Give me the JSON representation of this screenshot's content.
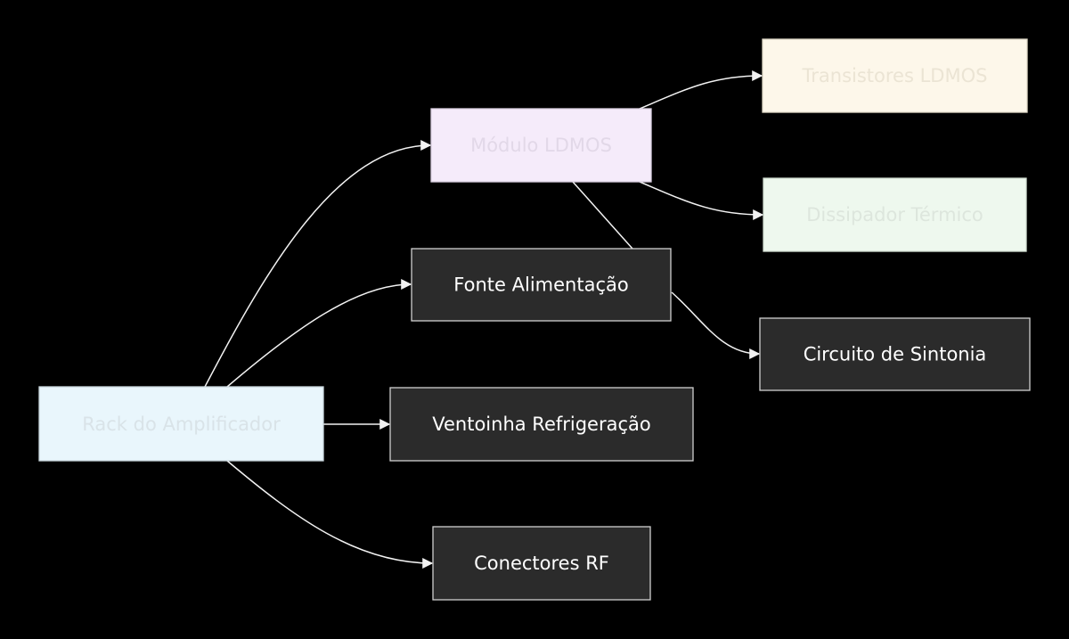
{
  "nodes": {
    "rack": {
      "label": "Rack do Amplificador",
      "fill": "#e9f6fc",
      "stroke": "#c9d6dc",
      "text": "#d9e3e8"
    },
    "ldmos": {
      "label": "Módulo LDMOS",
      "fill": "#f5ebfa",
      "stroke": "#d9cfe0",
      "text": "#e2d8e8"
    },
    "power": {
      "label": "Fonte Alimentação",
      "fill": "#2b2b2b",
      "stroke": "#cfcfcf",
      "text": "#ffffff"
    },
    "fan": {
      "label": "Ventoinha Refrigeração",
      "fill": "#2b2b2b",
      "stroke": "#cfcfcf",
      "text": "#ffffff"
    },
    "rf": {
      "label": "Conectores RF",
      "fill": "#2b2b2b",
      "stroke": "#cfcfcf",
      "text": "#ffffff"
    },
    "transistors": {
      "label": "Transistores LDMOS",
      "fill": "#fdf7ea",
      "stroke": "#e0d9c8",
      "text": "#ebe4d4"
    },
    "heatsink": {
      "label": "Dissipador Térmico",
      "fill": "#eef8ee",
      "stroke": "#d3dfd3",
      "text": "#dde6dd"
    },
    "tuning": {
      "label": "Circuito de Sintonia",
      "fill": "#2b2b2b",
      "stroke": "#cfcfcf",
      "text": "#ffffff"
    }
  },
  "edges": [
    {
      "from": "rack",
      "to": "ldmos"
    },
    {
      "from": "rack",
      "to": "power"
    },
    {
      "from": "rack",
      "to": "fan"
    },
    {
      "from": "rack",
      "to": "rf"
    },
    {
      "from": "ldmos",
      "to": "transistors"
    },
    {
      "from": "ldmos",
      "to": "heatsink"
    },
    {
      "from": "ldmos",
      "to": "tuning"
    }
  ]
}
